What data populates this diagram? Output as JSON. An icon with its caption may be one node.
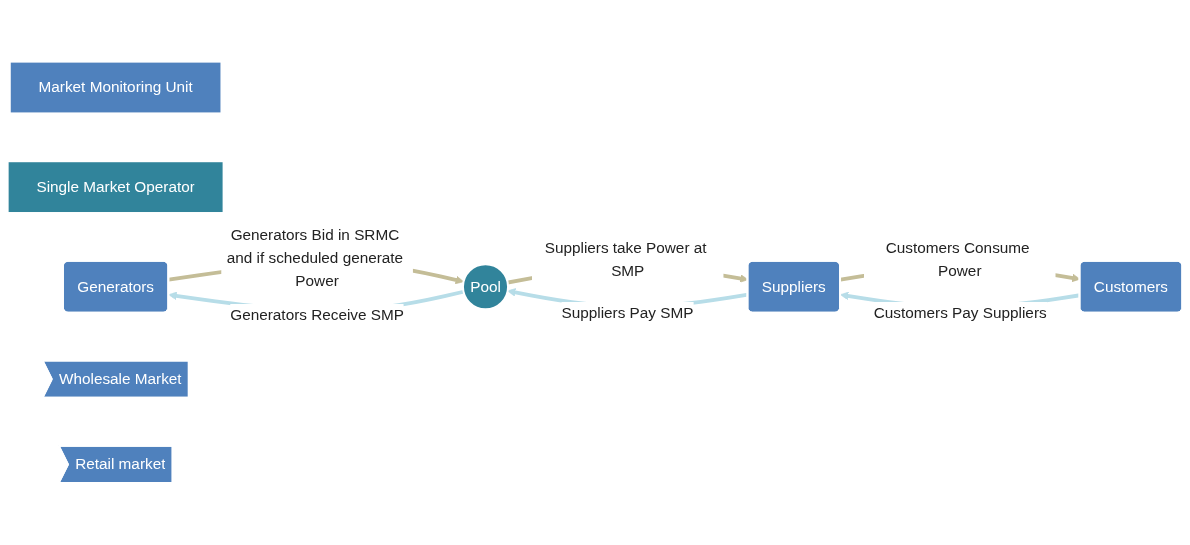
{
  "diagram": {
    "nodes": [
      {
        "text": [
          "Market Monitoring Unit"
        ]
      },
      {
        "text": [
          "Single Market Operator"
        ]
      },
      {
        "text": [
          "Generators"
        ]
      },
      {
        "text": [
          "Pool"
        ]
      },
      {
        "text": [
          "Suppliers"
        ]
      },
      {
        "text": [
          "Customers"
        ]
      },
      {
        "text": [
          "Wholesale Market"
        ]
      },
      {
        "text": [
          "Retail market"
        ]
      }
    ],
    "edges": [
      {
        "from": 3,
        "to": 2,
        "arrow": "to",
        "label": "Generators Receive SMP",
        "color": "#b7dde8"
      },
      {
        "from": 2,
        "to": 3,
        "arrow": "to",
        "label": "Generators Bid in SRMC and if scheduled generate Power",
        "color": "#c4bd97"
      },
      {
        "from": 4,
        "to": 3,
        "arrow": "to",
        "label": "Suppliers Pay SMP",
        "color": "#b7dde8"
      },
      {
        "from": 3,
        "to": 4,
        "arrow": "to",
        "label": "Suppliers take Power at SMP",
        "color": "#c4bd97"
      },
      {
        "from": 5,
        "to": 4,
        "arrow": "to",
        "label": "Customers Pay Suppliers",
        "color": "#b7dde8"
      },
      {
        "from": 4,
        "to": 5,
        "arrow": "to",
        "label": "Customers Consume Power",
        "color": "#c4bd97"
      }
    ]
  }
}
